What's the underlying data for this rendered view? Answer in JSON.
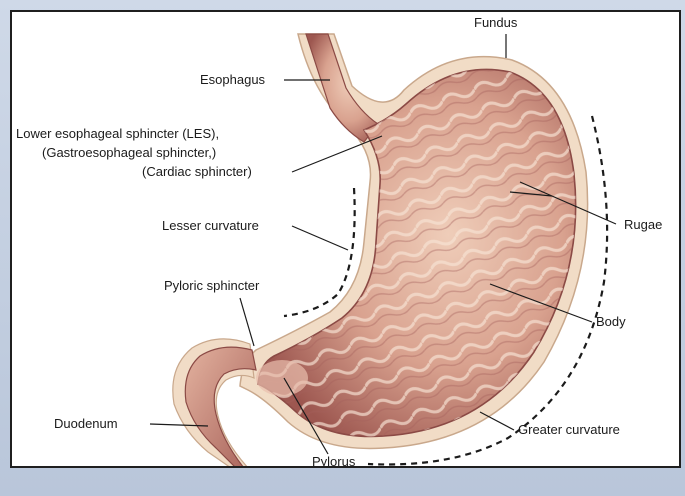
{
  "labels": {
    "fundus": "Fundus",
    "esophagus": "Esophagus",
    "les_line1": "Lower esophageal sphincter (LES),",
    "les_line2": "(Gastroesophageal sphincter,)",
    "les_line3": "(Cardiac sphincter)",
    "rugae": "Rugae",
    "lesser_curvature": "Lesser curvature",
    "pyloric_sphincter": "Pyloric sphincter",
    "body": "Body",
    "duodenum": "Duodenum",
    "greater_curvature": "Greater curvature",
    "pylorus": "Pylorus"
  },
  "colors": {
    "outer_lining": "#f1dcc6",
    "tissue": "#c98a7c",
    "tissue_dark": "#8b4a45",
    "tissue_light": "#ecc6b4"
  }
}
